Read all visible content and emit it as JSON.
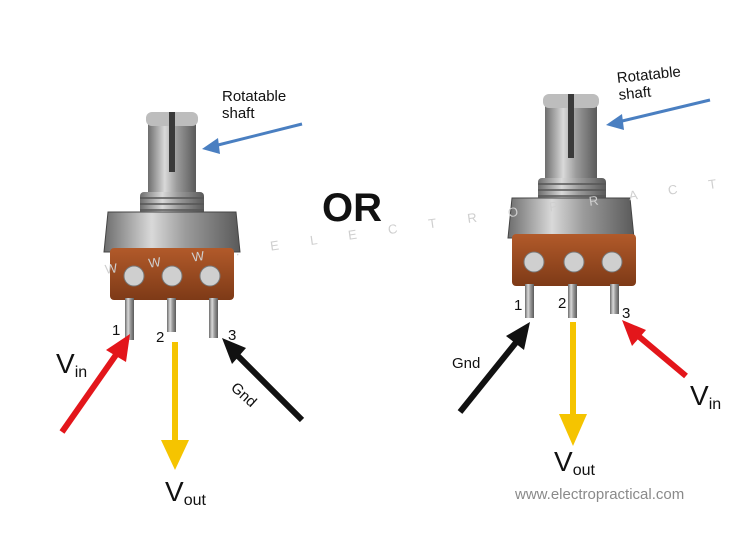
{
  "or_label": "OR",
  "watermark": "W W W . E L E C T R O P R A C T I C A L . C O M",
  "footer": "www.electropractical.com",
  "colors": {
    "vin": "#e3161b",
    "vout": "#f5c400",
    "gnd": "#111111",
    "shaft_arrow": "#4a7fc1"
  },
  "left": {
    "shaft_label": "Rotatable\nshaft",
    "pins": [
      "1",
      "2",
      "3"
    ],
    "vin": {
      "main": "V",
      "sub": "in"
    },
    "vout": {
      "main": "V",
      "sub": "out"
    },
    "gnd": "Gnd"
  },
  "right": {
    "shaft_label": "Rotatable\nshaft",
    "pins": [
      "1",
      "2",
      "3"
    ],
    "vin": {
      "main": "V",
      "sub": "in"
    },
    "vout": {
      "main": "V",
      "sub": "out"
    },
    "gnd": "Gnd"
  }
}
